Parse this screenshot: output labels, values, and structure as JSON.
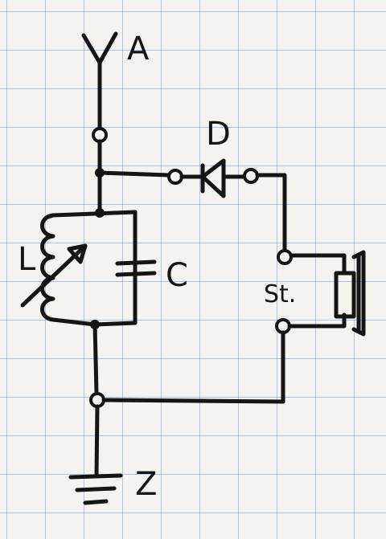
{
  "diagram": {
    "labels": {
      "antenna": "A",
      "diode": "D",
      "inductor": "L",
      "capacitor": "C",
      "headphone": "St.",
      "ground": "Z"
    }
  },
  "colors": {
    "paper": "#f4f3ef",
    "grid": "#6e87af",
    "ink": "#151515"
  }
}
